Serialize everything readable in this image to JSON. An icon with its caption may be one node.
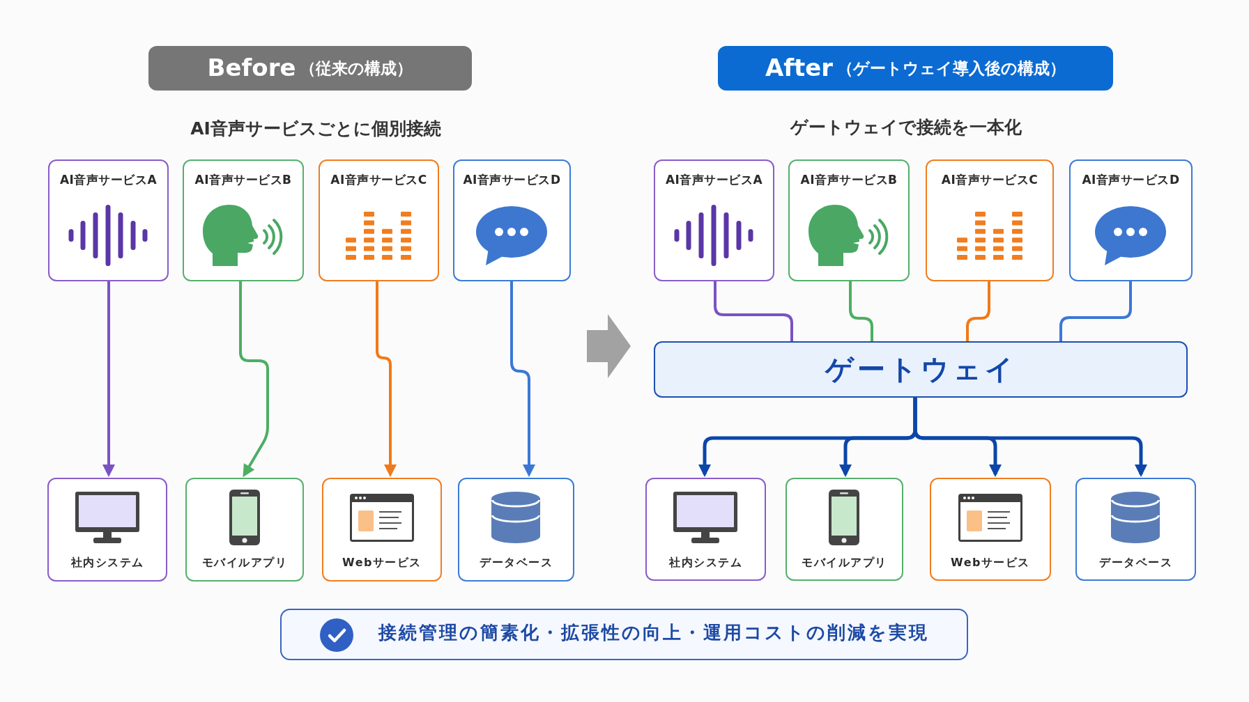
{
  "diagram": {
    "nodes": [
      {
        "text": [
          "Before",
          "（従来の構成）"
        ]
      },
      {
        "text": [
          "AI音声サービスA"
        ]
      },
      {
        "text": [
          "AI音声サービスB"
        ]
      },
      {
        "text": [
          "AI音声サービスC"
        ]
      },
      {
        "text": [
          "AI音声サービスD"
        ]
      },
      {
        "text": [
          "社内システム"
        ]
      },
      {
        "text": [
          "モバイルアプリ"
        ]
      },
      {
        "text": [
          "Webサービス"
        ]
      },
      {
        "text": [
          "データベース"
        ]
      },
      {
        "text": [
          "After",
          "（ゲートウェイ導入後の構成）"
        ]
      },
      {
        "text": [
          "AI音声サービスA"
        ]
      },
      {
        "text": [
          "AI音声サービスB"
        ]
      },
      {
        "text": [
          "AI音声サービスC"
        ]
      },
      {
        "text": [
          "AI音声サービスD"
        ]
      },
      {
        "text": [
          "ゲートウェイ"
        ]
      },
      {
        "text": [
          "社内システム"
        ]
      },
      {
        "text": [
          "モバイルアプリ"
        ]
      },
      {
        "text": [
          "Webサービス"
        ]
      },
      {
        "text": [
          "データベース"
        ]
      },
      {
        "text": [
          "接続管理の簡素化・拡張性の向上・運用コストの削減を実現"
        ]
      }
    ],
    "edges": [
      {
        "from": 1,
        "to": 5,
        "arrow": "to",
        "color": "#7b52c4"
      },
      {
        "from": 2,
        "to": 6,
        "arrow": "to",
        "color": "#4caf62"
      },
      {
        "from": 3,
        "to": 7,
        "arrow": "to",
        "color": "#f07a19"
      },
      {
        "from": 4,
        "to": 8,
        "arrow": "to",
        "color": "#3b78d4"
      },
      {
        "from": 10,
        "to": 14,
        "arrow": "none",
        "color": "#7b52c4"
      },
      {
        "from": 11,
        "to": 14,
        "arrow": "none",
        "color": "#4caf62"
      },
      {
        "from": 12,
        "to": 14,
        "arrow": "none",
        "color": "#f07a19"
      },
      {
        "from": 13,
        "to": 14,
        "arrow": "none",
        "color": "#3b78d4"
      },
      {
        "from": 14,
        "to": 15,
        "arrow": "to"
      },
      {
        "from": 14,
        "to": 16,
        "arrow": "to"
      },
      {
        "from": 14,
        "to": 17,
        "arrow": "to"
      },
      {
        "from": 14,
        "to": 18,
        "arrow": "to"
      }
    ],
    "labels": [
      "AI音声サービスごとに個別接続",
      "ゲートウェイで接続を一本化"
    ]
  }
}
